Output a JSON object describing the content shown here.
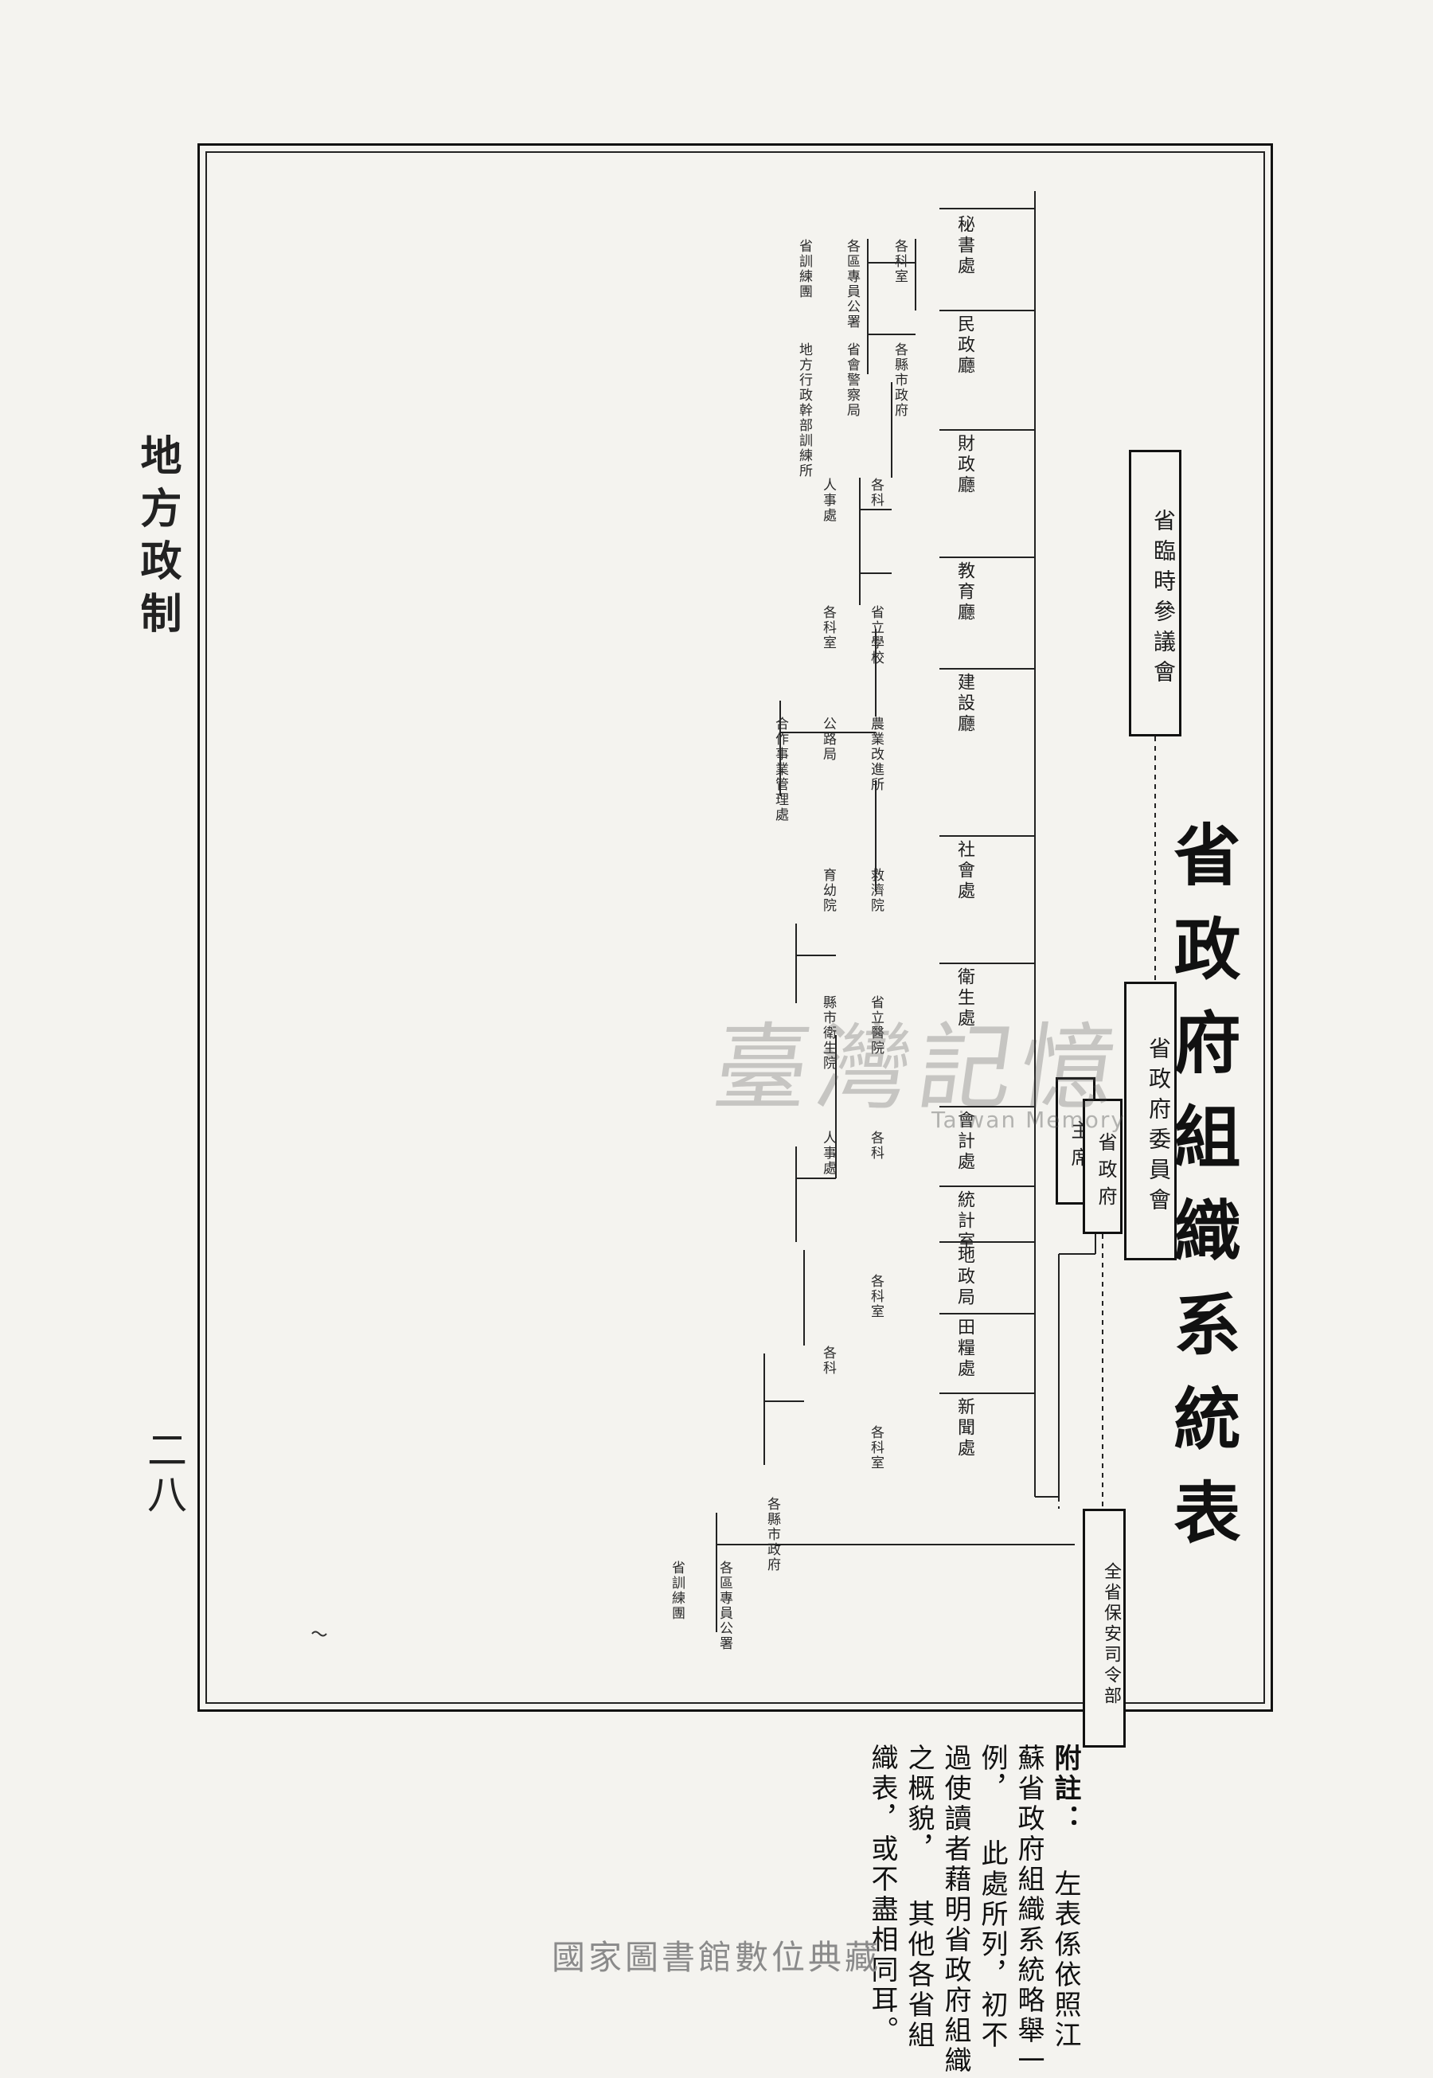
{
  "page": {
    "running_head": "地方政制",
    "page_number": "二八",
    "title": "省政府組織系統表",
    "boxes": {
      "council": "省臨時參議會",
      "government": "省政府委員會",
      "chair": "主席",
      "chair2": "省政府",
      "security": "全省保安司令部"
    },
    "departments": [
      "秘書處",
      "民政廳",
      "財政廳",
      "教育廳",
      "建設廳",
      "社會處",
      "衛生處",
      "會計處",
      "統計室",
      "地政局",
      "田糧處",
      "新聞處"
    ],
    "sub_units": [
      "各科室",
      "省立醫院",
      "各縣市政府",
      "縣市衛生院",
      "省立學校",
      "省會警察局",
      "農業改進所",
      "公路局",
      "合作事業管理處",
      "各區專員公署",
      "人事處",
      "各科",
      "省訓練團",
      "救濟院",
      "育幼院",
      "地方行政幹部訓練所"
    ],
    "footnote": {
      "label": "附註：",
      "lines": [
        "左表係依照江蘇省政府組織系統略舉一例，",
        "此處所列，初不過使讀者藉明省政府組織之概貌，",
        "其他各省組織表，或不盡相同耳。"
      ]
    },
    "watermark": "臺灣記憶",
    "watermark_sub": "Taiwan Memory",
    "library": "國家圖書館數位典藏"
  }
}
